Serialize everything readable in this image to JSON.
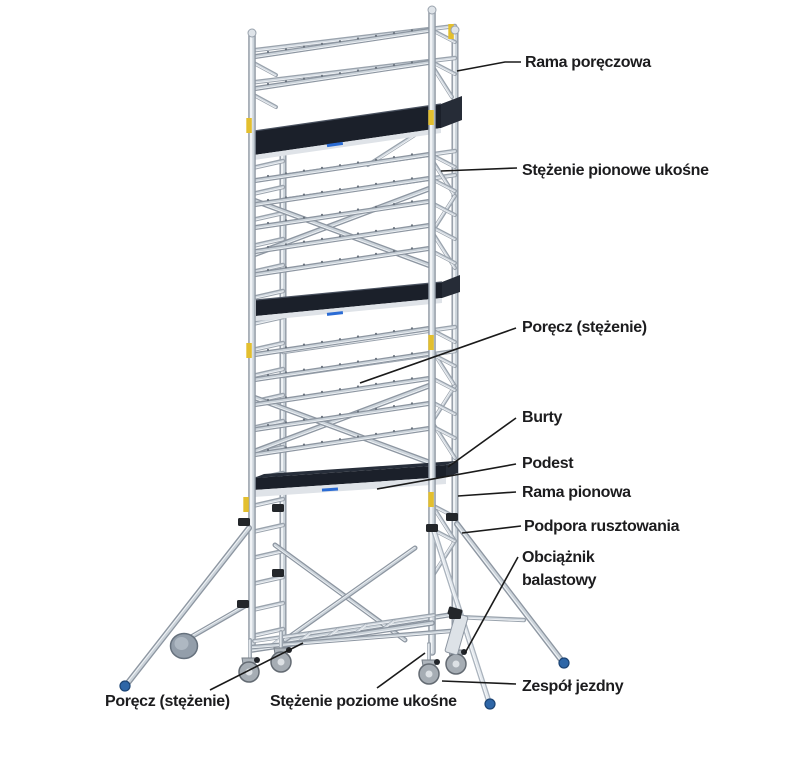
{
  "diagram": {
    "subject": "Schemat aluminiowego rusztowania przejezdnego z opisem części",
    "background": "#ffffff"
  },
  "labels": [
    {
      "id": "rama-poreczowa",
      "text": "Rama poręczowa"
    },
    {
      "id": "stezenie-pionowe-ukosne",
      "text": "Stężenie pionowe ukośne"
    },
    {
      "id": "porecz-stezenie-gorne",
      "text": "Poręcz (stężenie)"
    },
    {
      "id": "burty",
      "text": "Burty"
    },
    {
      "id": "podest",
      "text": "Podest"
    },
    {
      "id": "rama-pionowa",
      "text": "Rama pionowa"
    },
    {
      "id": "podpora-rusztowania",
      "text": "Podpora rusztowania"
    },
    {
      "id": "obciaznik-balastowy",
      "text": "Obciążnik balastowy"
    },
    {
      "id": "zespol-jezdny",
      "text": "Zespół jezdny"
    },
    {
      "id": "porecz-stezenie-dolne",
      "text": "Poręcz (stężenie)"
    },
    {
      "id": "stezenie-poziome-ukosne",
      "text": "Stężenie poziome ukośne"
    }
  ],
  "colors": {
    "tube": "#cbd3da",
    "tube_outline": "#8d96a1",
    "deck": "#1b202a",
    "deck_top": "#262c37",
    "alu_strip": "#dfe3e8",
    "leader_line": "#1a1a1a",
    "label_text": "#1c1c1e",
    "sticker_yellow": "#e3bf2e",
    "caster_foot_blue": "#2e66a7",
    "logo_blue": "#2a6bd4"
  }
}
